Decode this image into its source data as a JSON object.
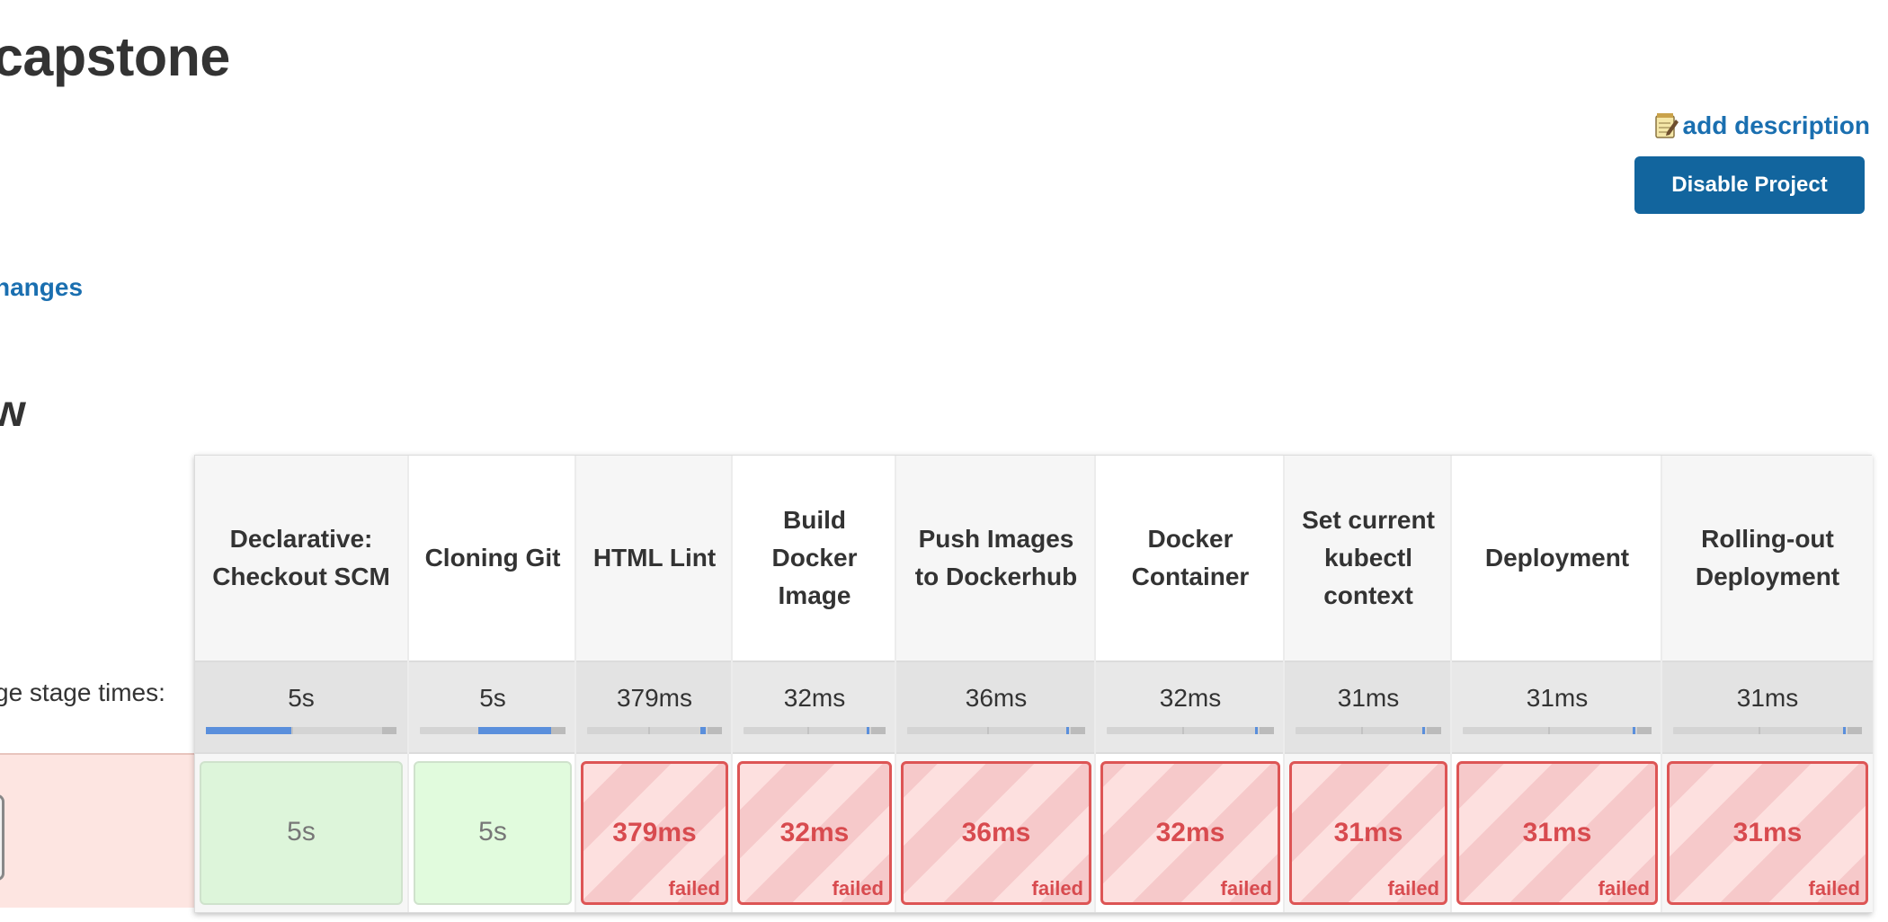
{
  "header": {
    "job_title": "capstone",
    "add_description": "add description",
    "disable_button": "Disable Project",
    "changes_link": "hanges"
  },
  "stage_view": {
    "title": "w",
    "avg_label": "ge stage times:",
    "stages": [
      {
        "name": "Declarative: Checkout SCM",
        "avg": "5s",
        "avg_fraction": 0.45,
        "cell": "5s",
        "status": "success"
      },
      {
        "name": "Cloning Git",
        "avg": "5s",
        "avg_fraction": 0.5,
        "cell": "5s",
        "status": "success"
      },
      {
        "name": "HTML Lint",
        "avg": "379ms",
        "avg_fraction": 0.04,
        "cell": "379ms",
        "status": "failed",
        "status_label": "failed"
      },
      {
        "name": "Build Docker Image",
        "avg": "32ms",
        "avg_fraction": 0.01,
        "cell": "32ms",
        "status": "failed",
        "status_label": "failed"
      },
      {
        "name": "Push Images to Dockerhub",
        "avg": "36ms",
        "avg_fraction": 0.01,
        "cell": "36ms",
        "status": "failed",
        "status_label": "failed"
      },
      {
        "name": "Docker Container",
        "avg": "32ms",
        "avg_fraction": 0.01,
        "cell": "32ms",
        "status": "failed",
        "status_label": "failed"
      },
      {
        "name": "Set current kubectl context",
        "avg": "31ms",
        "avg_fraction": 0.01,
        "cell": "31ms",
        "status": "failed",
        "status_label": "failed"
      },
      {
        "name": "Deployment",
        "avg": "31ms",
        "avg_fraction": 0.01,
        "cell": "31ms",
        "status": "failed",
        "status_label": "failed"
      },
      {
        "name": "Rolling-out Deployment",
        "avg": "31ms",
        "avg_fraction": 0.01,
        "cell": "31ms",
        "status": "failed",
        "status_label": "failed"
      }
    ]
  },
  "colors": {
    "link": "#1a6fb0",
    "button": "#12659e",
    "failed": "#d84b4f",
    "success_bg": "#ddf5da",
    "bar_fill": "#5a8fdc"
  },
  "icons": {
    "add_description": "notepad-pencil-icon"
  }
}
